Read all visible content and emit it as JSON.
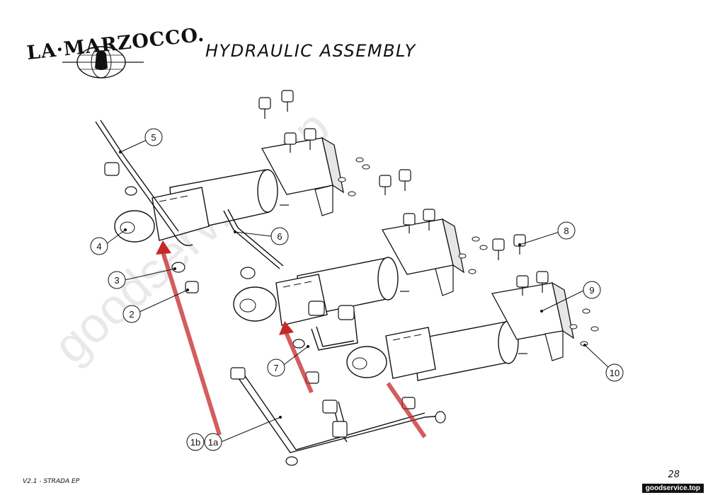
{
  "header": {
    "brand": "LA·MARZOCCO.",
    "title": "HYDRAULIC ASSEMBLY"
  },
  "callouts": [
    {
      "id": "5",
      "label": "5"
    },
    {
      "id": "6",
      "label": "6"
    },
    {
      "id": "4",
      "label": "4"
    },
    {
      "id": "3",
      "label": "3"
    },
    {
      "id": "2",
      "label": "2"
    },
    {
      "id": "7",
      "label": "7"
    },
    {
      "id": "8",
      "label": "8"
    },
    {
      "id": "9",
      "label": "9"
    },
    {
      "id": "10",
      "label": "10"
    },
    {
      "id": "1b",
      "label": "1b"
    },
    {
      "id": "1a",
      "label": "1a"
    }
  ],
  "footer": {
    "model": "V2.1 - STRADA EP",
    "page": "28",
    "site": "goodservice.top"
  },
  "watermark": "goodservice.top",
  "colors": {
    "ink": "#111111",
    "flow_arrow": "#c62828",
    "part_fill": "#ffffff",
    "shade": "#e6e6e6"
  }
}
